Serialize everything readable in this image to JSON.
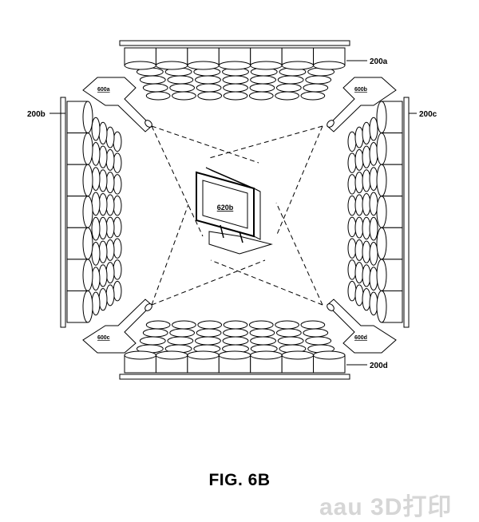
{
  "figure": {
    "title": "FIG. 6B",
    "monitor_label": "620b",
    "watermark": "aau 3D打印"
  },
  "arrays": [
    {
      "id": "200a",
      "label": "200a",
      "side": "top"
    },
    {
      "id": "200b",
      "label": "200b",
      "side": "left"
    },
    {
      "id": "200c",
      "label": "200c",
      "side": "right"
    },
    {
      "id": "200d",
      "label": "200d",
      "side": "bottom"
    }
  ],
  "cameras": [
    {
      "id": "600a",
      "label": "600a",
      "corner": "top-left"
    },
    {
      "id": "600b",
      "label": "600b",
      "corner": "top-right"
    },
    {
      "id": "600c",
      "label": "600c",
      "corner": "bottom-left"
    },
    {
      "id": "600d",
      "label": "600d",
      "corner": "bottom-right"
    }
  ]
}
